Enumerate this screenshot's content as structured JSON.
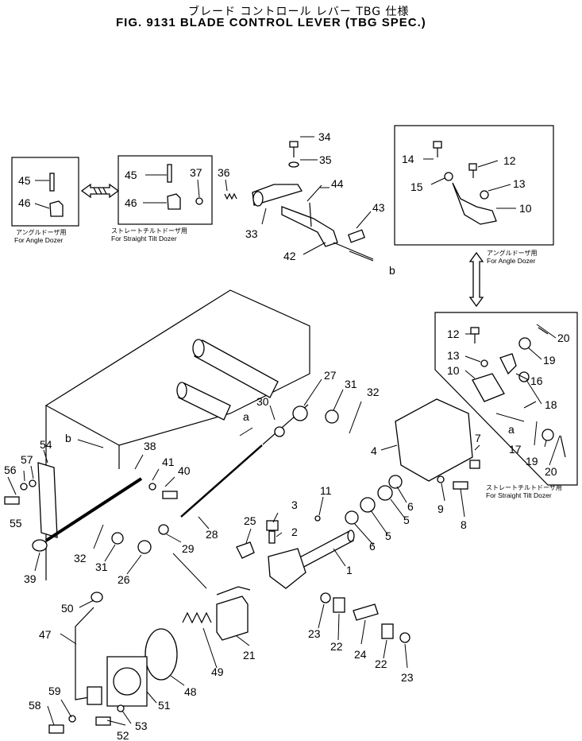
{
  "title": {
    "japanese": "ブレード コントロール レバー TBG 仕様",
    "english": "FIG. 9131  BLADE CONTROL LEVER (TBG SPEC.)"
  },
  "captions": {
    "angle_dozer_jp": "アングルドーザ用",
    "angle_dozer_en": "For Angle Dozer",
    "straight_tilt_jp": "ストレートチルトドーザ用",
    "straight_tilt_en": "For Straight Tilt Dozer"
  },
  "view_markers": [
    "a",
    "b"
  ],
  "part_numbers": [
    "1",
    "2",
    "3",
    "4",
    "5",
    "6",
    "7",
    "8",
    "9",
    "10",
    "11",
    "12",
    "13",
    "14",
    "15",
    "16",
    "17",
    "18",
    "19",
    "20",
    "21",
    "22",
    "23",
    "24",
    "25",
    "26",
    "27",
    "28",
    "29",
    "30",
    "31",
    "32",
    "33",
    "34",
    "35",
    "36",
    "37",
    "38",
    "39",
    "40",
    "41",
    "42",
    "43",
    "44",
    "45",
    "46",
    "47",
    "48",
    "49",
    "50",
    "51",
    "52",
    "53",
    "54",
    "55",
    "56",
    "57",
    "58",
    "59"
  ]
}
